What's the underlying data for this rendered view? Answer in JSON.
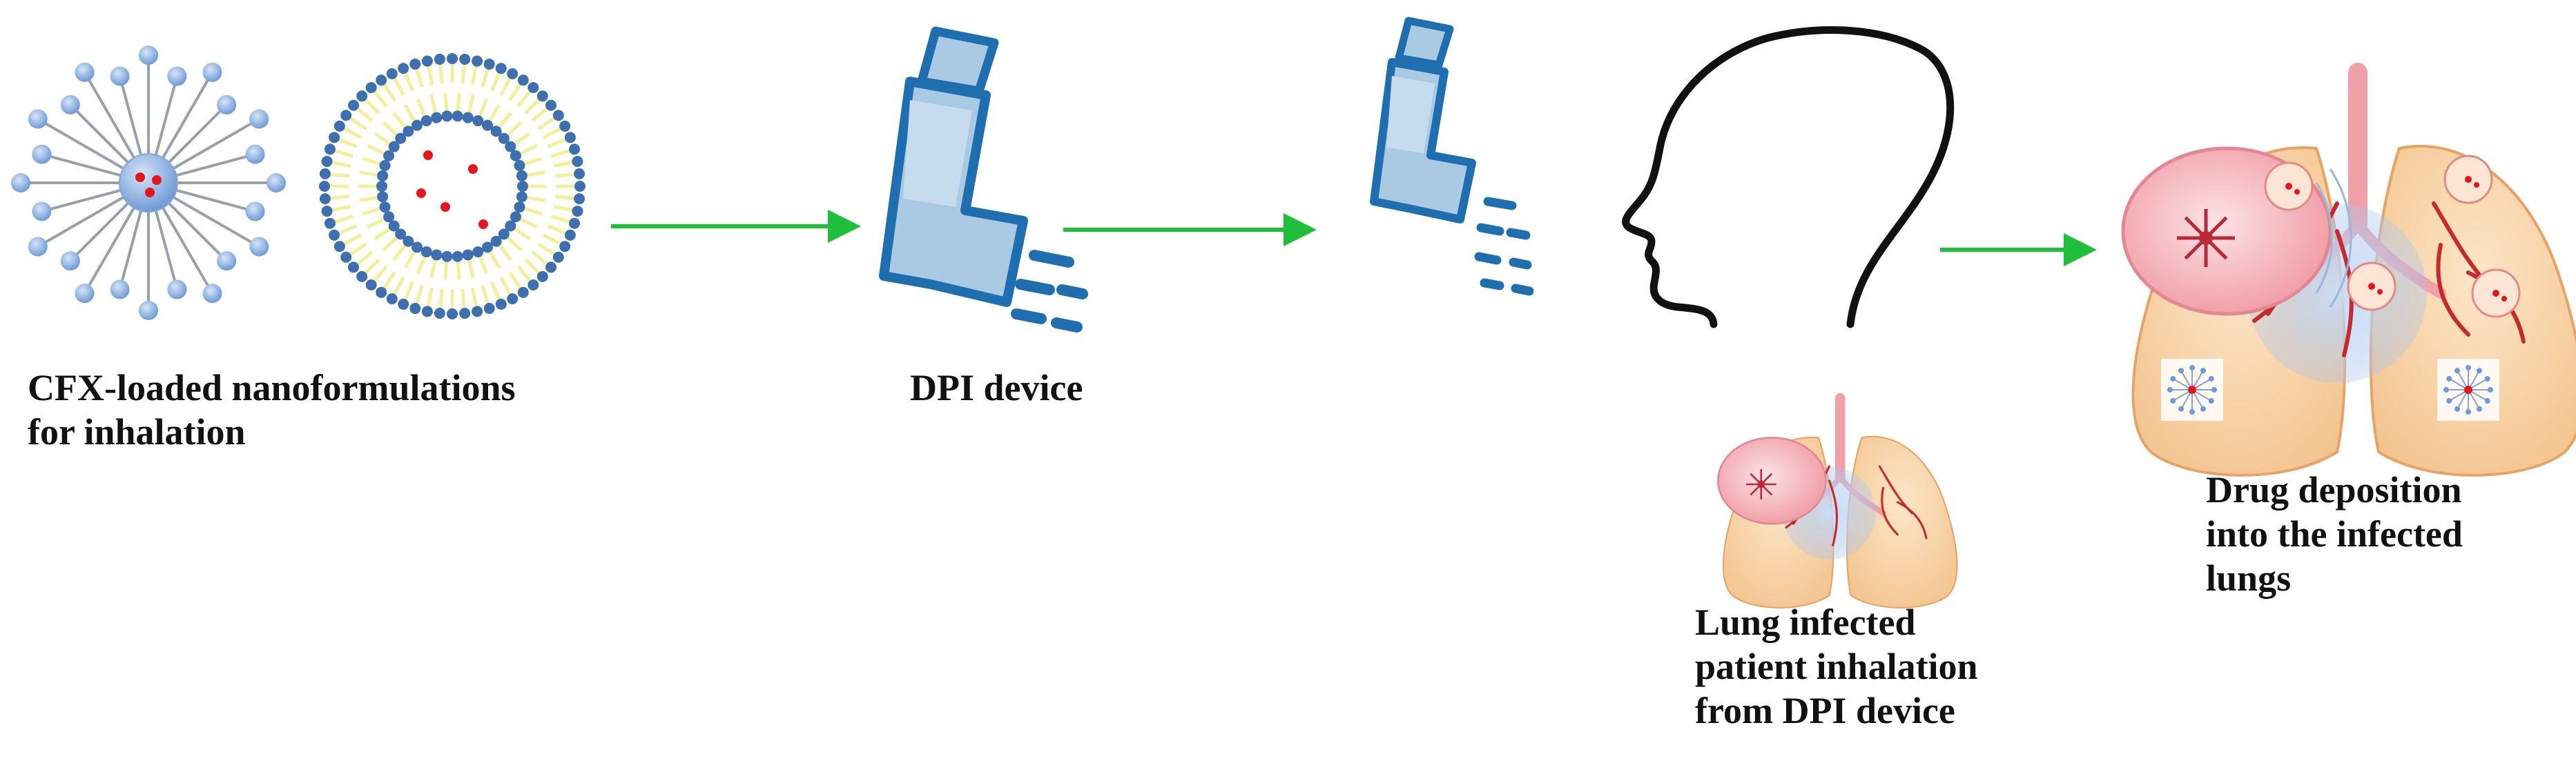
{
  "labels": {
    "nanoformulations": [
      "CFX-loaded nanoformulations",
      "for inhalation"
    ],
    "dpi_device": [
      "DPI device"
    ],
    "patient": [
      "Lung infected",
      "patient inhalation",
      "from DPI device"
    ],
    "deposition": [
      "Drug deposition",
      "into the infected",
      "lungs"
    ]
  },
  "colors": {
    "arrow": "#1fbf3c",
    "inhaler_outline": "#1f6fb0",
    "inhaler_fill": "#aac9e3",
    "micelle_sphere": "#8fb6e6",
    "micelle_stroke": "#9aa0a8",
    "liposome_head": "#3e6fae",
    "liposome_tail": "#f3ef9e",
    "drug_dot": "#e8141c",
    "lung_fill": "#f8d1a1",
    "lung_edge": "#e7a366",
    "vessel": "#c62a2a",
    "bronchus": "#f0a0a8",
    "head_outline": "#111111"
  },
  "icons": [
    "micelle-icon",
    "liposome-icon",
    "dpi-inhaler-icon",
    "inhaler-spray-icon",
    "human-head-profile-icon",
    "small-lungs-icon",
    "infected-lungs-icon",
    "flow-arrow-icon"
  ]
}
